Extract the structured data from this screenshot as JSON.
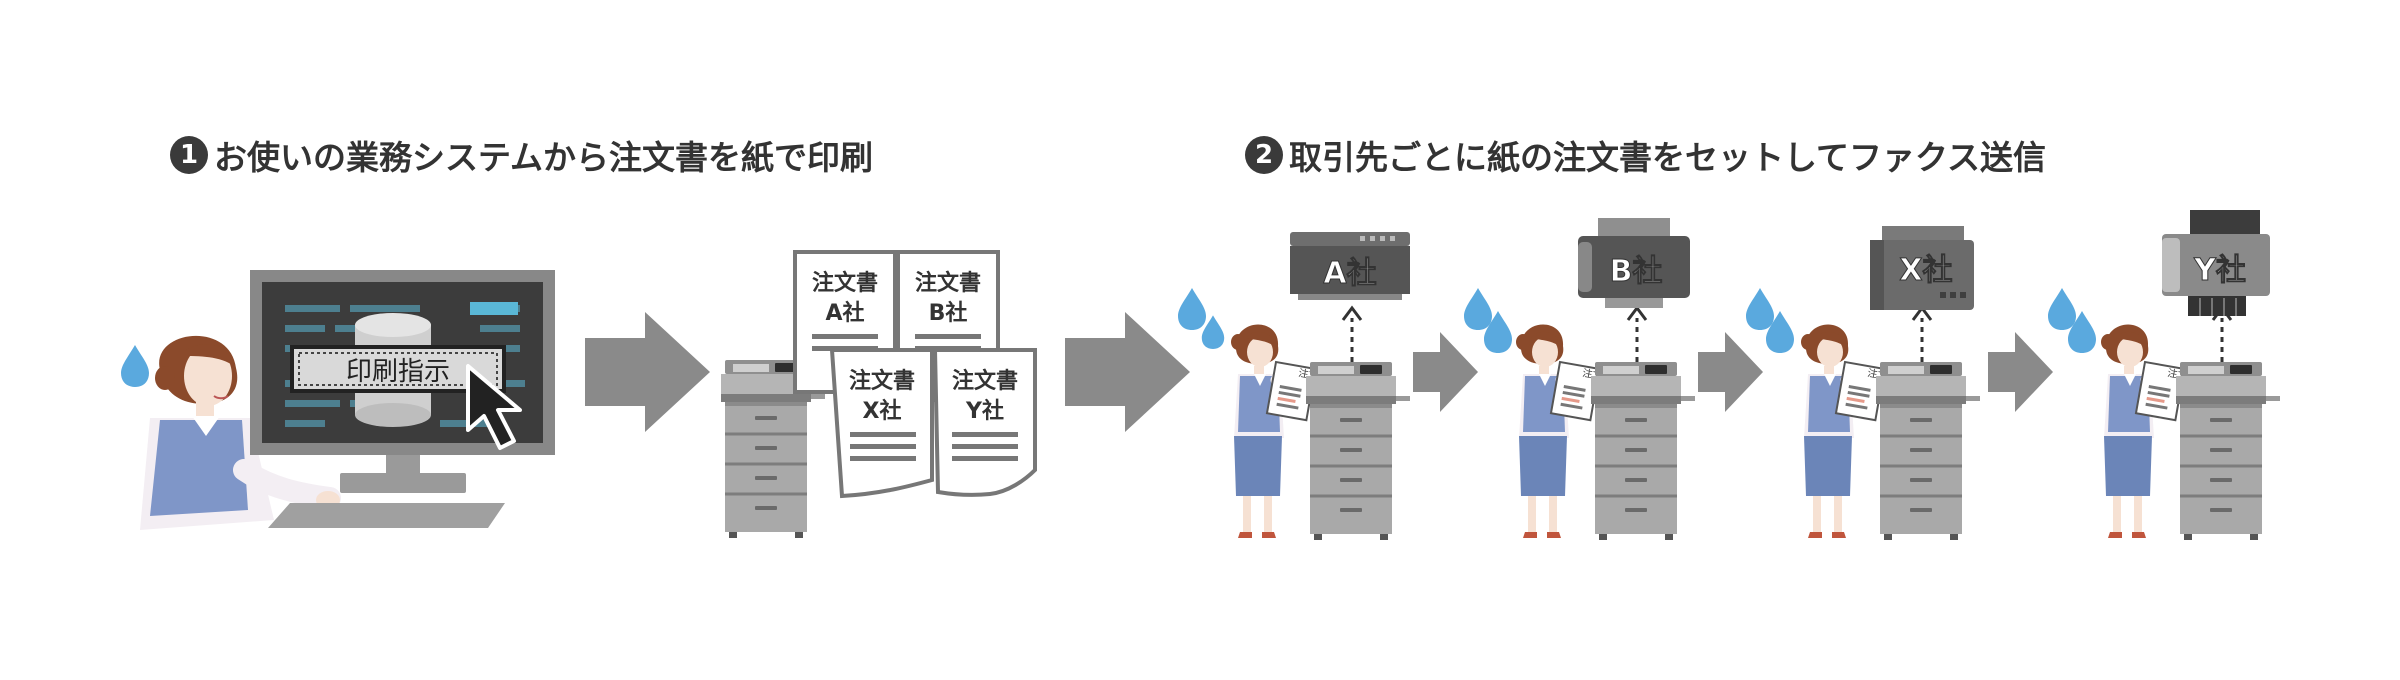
{
  "step1": {
    "number": "1",
    "title": "お使いの業務システムから注文書を紙で印刷"
  },
  "step2": {
    "number": "2",
    "title": "取引先ごとに紙の注文書をセットしてファクス送信"
  },
  "monitor": {
    "print_button_label": "印刷指示"
  },
  "printouts": [
    {
      "line1": "注文書",
      "line2": "A社"
    },
    {
      "line1": "注文書",
      "line2": "B社"
    },
    {
      "line1": "注文書",
      "line2": "X社"
    },
    {
      "line1": "注文書",
      "line2": "Y社"
    }
  ],
  "fax_machines": [
    {
      "label": "A社"
    },
    {
      "label": "B社"
    },
    {
      "label": "X社"
    },
    {
      "label": "Y社"
    }
  ],
  "held_document_title": "注文書",
  "colors": {
    "arrow": "#8a8a8a",
    "monitor_frame": "#888888",
    "screen": "#3c3c3c",
    "sweat": "#5aa9de",
    "machine": "#a9a9a9",
    "machine_dark": "#6e6e6e",
    "vest": "#7f96c8",
    "skirt": "#6b85b8",
    "hair": "#8b4a2b"
  }
}
